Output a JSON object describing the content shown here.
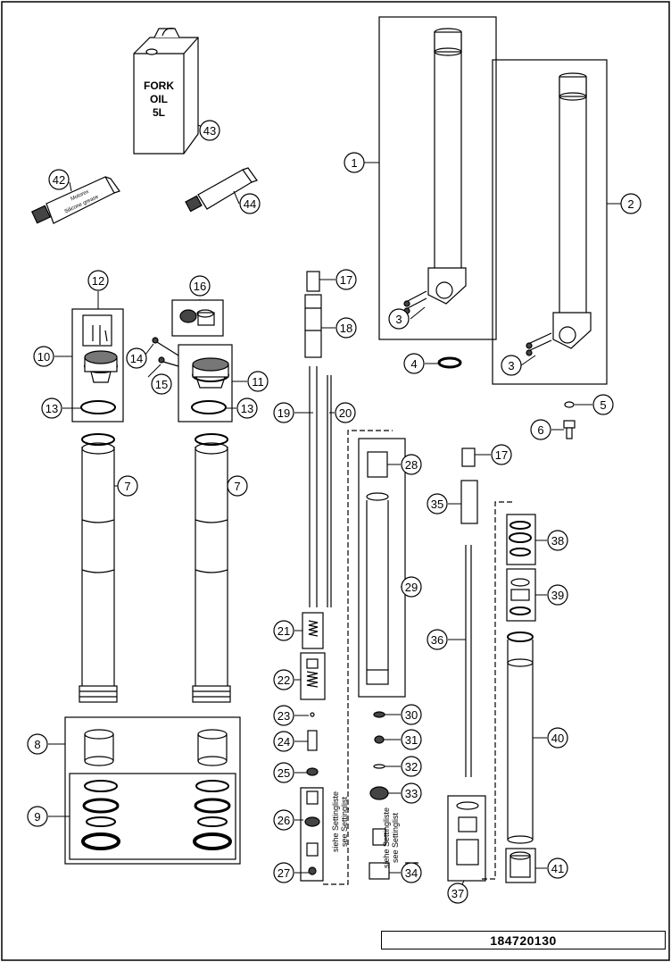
{
  "drawing_number": "184720130",
  "container_label": {
    "line1": "FORK",
    "line2": "OIL",
    "line3": "5L"
  },
  "grease_label": {
    "brand": "Motorex",
    "product": "Silicone grease"
  },
  "setting_note_1": {
    "de": "siehe Settingliste",
    "en": "see Settinglist"
  },
  "setting_note_2": {
    "de": "siehe Settingliste",
    "en": "see Settinglist"
  },
  "callouts": [
    {
      "id": "c1",
      "label": "1"
    },
    {
      "id": "c2",
      "label": "2"
    },
    {
      "id": "c3a",
      "label": "3"
    },
    {
      "id": "c3b",
      "label": "3"
    },
    {
      "id": "c4",
      "label": "4"
    },
    {
      "id": "c5",
      "label": "5"
    },
    {
      "id": "c6",
      "label": "6"
    },
    {
      "id": "c7a",
      "label": "7"
    },
    {
      "id": "c7b",
      "label": "7"
    },
    {
      "id": "c8",
      "label": "8"
    },
    {
      "id": "c9",
      "label": "9"
    },
    {
      "id": "c10",
      "label": "10"
    },
    {
      "id": "c11",
      "label": "11"
    },
    {
      "id": "c12",
      "label": "12"
    },
    {
      "id": "c13a",
      "label": "13"
    },
    {
      "id": "c13b",
      "label": "13"
    },
    {
      "id": "c14",
      "label": "14"
    },
    {
      "id": "c15",
      "label": "15"
    },
    {
      "id": "c16",
      "label": "16"
    },
    {
      "id": "c17a",
      "label": "17"
    },
    {
      "id": "c17b",
      "label": "17"
    },
    {
      "id": "c18",
      "label": "18"
    },
    {
      "id": "c19",
      "label": "19"
    },
    {
      "id": "c20",
      "label": "20"
    },
    {
      "id": "c21",
      "label": "21"
    },
    {
      "id": "c22",
      "label": "22"
    },
    {
      "id": "c23",
      "label": "23"
    },
    {
      "id": "c24",
      "label": "24"
    },
    {
      "id": "c25",
      "label": "25"
    },
    {
      "id": "c26",
      "label": "26"
    },
    {
      "id": "c27",
      "label": "27"
    },
    {
      "id": "c28",
      "label": "28"
    },
    {
      "id": "c29",
      "label": "29"
    },
    {
      "id": "c30",
      "label": "30"
    },
    {
      "id": "c31",
      "label": "31"
    },
    {
      "id": "c32",
      "label": "32"
    },
    {
      "id": "c33",
      "label": "33"
    },
    {
      "id": "c34",
      "label": "34"
    },
    {
      "id": "c35",
      "label": "35"
    },
    {
      "id": "c36",
      "label": "36"
    },
    {
      "id": "c37",
      "label": "37"
    },
    {
      "id": "c38",
      "label": "38"
    },
    {
      "id": "c39",
      "label": "39"
    },
    {
      "id": "c40",
      "label": "40"
    },
    {
      "id": "c41",
      "label": "41"
    },
    {
      "id": "c42",
      "label": "42"
    },
    {
      "id": "c43",
      "label": "43"
    },
    {
      "id": "c44",
      "label": "44"
    }
  ]
}
